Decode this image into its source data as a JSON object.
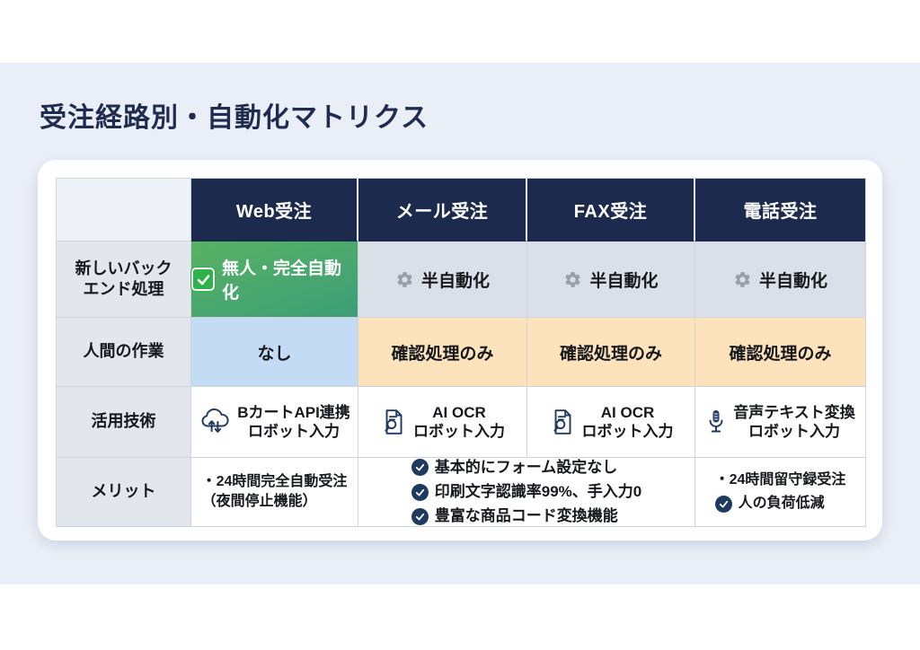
{
  "page": {
    "title": "受注経路別・自動化マトリクス"
  },
  "colors": {
    "slide_band": "#e9eef7",
    "title_text": "#1f2c50",
    "header_navy": "#1c2b4d",
    "label_cell_gray": "#e3e6ec",
    "semi_auto_cell_gray": "#dbdfe7",
    "full_auto_green_top": "#58b263",
    "full_auto_green_bottom": "#3d9e78",
    "none_cell_blue": "#c3dcf4",
    "confirm_cell_orange": "#fce3bc",
    "icon_navy": "#1f3a63",
    "gear_gray": "#9b9fa8",
    "check_green": "#2db34a"
  },
  "icons": {
    "full_auto": "check-square-icon",
    "semi_auto": "gear-icon",
    "web_tech": "cloud-sync-icon",
    "ocr_tech": "document-search-icon",
    "phone_tech": "microphone-icon",
    "merit_check": "check-circle-icon"
  },
  "table": {
    "headers": [
      "Web受注",
      "メール受注",
      "FAX受注",
      "電話受注"
    ],
    "row_backend": {
      "label": "新しいバック\nエンド処理",
      "web": "無人・完全自動化",
      "mail": "半自動化",
      "fax": "半自動化",
      "phone": "半自動化"
    },
    "row_human": {
      "label": "人間の作業",
      "web": "なし",
      "mail": "確認処理のみ",
      "fax": "確認処理のみ",
      "phone": "確認処理のみ"
    },
    "row_tech": {
      "label": "活用技術",
      "web": "BカートAPI連携\nロボット入力",
      "mail": "AI OCR\nロボット入力",
      "fax": "AI OCR\nロボット入力",
      "phone": "音声テキスト変換\nロボット入力"
    },
    "row_merit": {
      "label": "メリット",
      "web": "・24時間完全自動受注\n（夜間停止機能）",
      "mailfax_items": [
        "基本的にフォーム設定なし",
        "印刷文字認識率99%、手入力0",
        "豊富な商品コード変換機能"
      ],
      "phone_bullet": "・24時間留守録受注",
      "phone_check": "人の負荷低減"
    }
  }
}
